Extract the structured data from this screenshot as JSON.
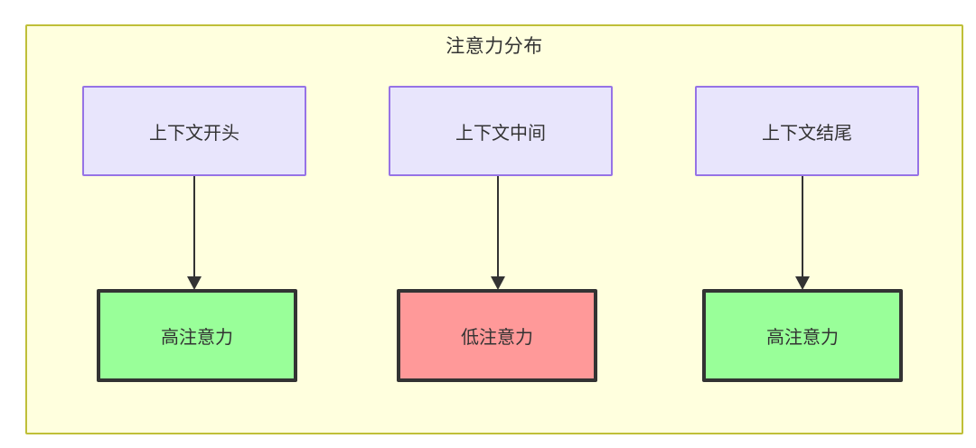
{
  "diagram": {
    "title": "注意力分布",
    "type": "flowchart",
    "direction": "top-down",
    "container": {
      "fill_color": "#ffffde",
      "border_color": "#bfbf38"
    },
    "nodes": [
      {
        "id": "context-start",
        "label": "上下文开头",
        "row": "source",
        "fill_color": "#e8e5fc",
        "border_color": "#9673e6"
      },
      {
        "id": "context-middle",
        "label": "上下文中间",
        "row": "source",
        "fill_color": "#e8e5fc",
        "border_color": "#9673e6"
      },
      {
        "id": "context-end",
        "label": "上下文结尾",
        "row": "source",
        "fill_color": "#e8e5fc",
        "border_color": "#9673e6"
      },
      {
        "id": "attention-start",
        "label": "高注意力",
        "row": "outcome",
        "fill_color": "#99ff99",
        "border_color": "#333333"
      },
      {
        "id": "attention-middle",
        "label": "低注意力",
        "row": "outcome",
        "fill_color": "#ff9999",
        "border_color": "#333333"
      },
      {
        "id": "attention-end",
        "label": "高注意力",
        "row": "outcome",
        "fill_color": "#99ff99",
        "border_color": "#333333"
      }
    ],
    "edges": [
      {
        "from": "context-start",
        "to": "attention-start",
        "label": "",
        "arrow": "arrow-down-icon"
      },
      {
        "from": "context-middle",
        "to": "attention-middle",
        "label": "",
        "arrow": "arrow-down-icon"
      },
      {
        "from": "context-end",
        "to": "attention-end",
        "label": "",
        "arrow": "arrow-down-icon"
      }
    ]
  }
}
